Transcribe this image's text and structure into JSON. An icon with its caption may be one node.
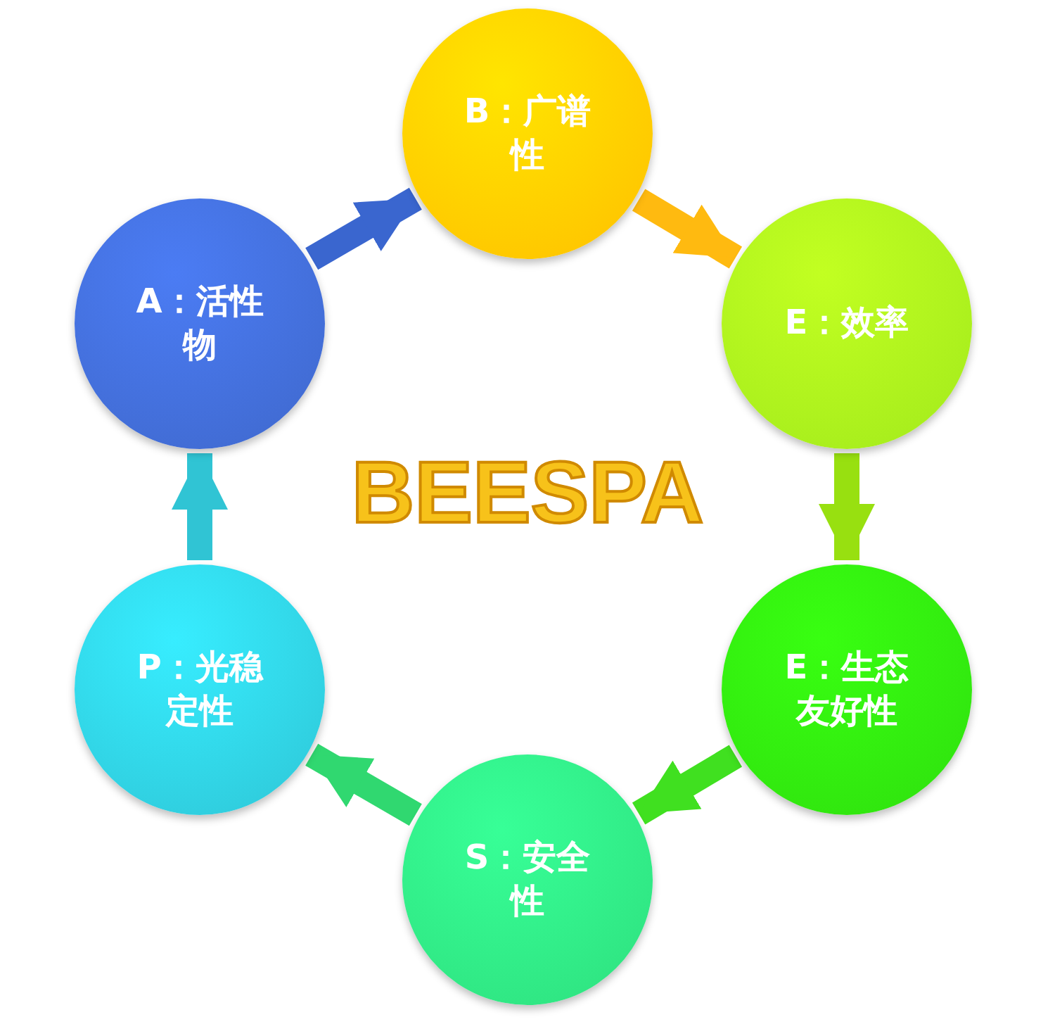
{
  "diagram": {
    "title": "BEESPA",
    "nodes": [
      {
        "text": [
          "A：活性物"
        ]
      },
      {
        "text": [
          "B：广谱性"
        ]
      },
      {
        "text": [
          "E：效率"
        ]
      },
      {
        "text": [
          "E：生态友好性"
        ]
      },
      {
        "text": [
          "S：安全性"
        ]
      },
      {
        "text": [
          "P：光稳定性"
        ]
      }
    ],
    "edges": [
      {
        "from": 0,
        "to": 1,
        "arrow": "to",
        "color": "#3a66cf"
      },
      {
        "from": 1,
        "to": 2,
        "arrow": "to",
        "color": "#ffba10"
      },
      {
        "from": 2,
        "to": 3,
        "arrow": "to",
        "color": "#98e010"
      },
      {
        "from": 3,
        "to": 4,
        "arrow": "to",
        "color": "#40e020"
      },
      {
        "from": 4,
        "to": 5,
        "arrow": "to",
        "color": "#30d870"
      },
      {
        "from": 5,
        "to": 0,
        "arrow": "to",
        "color": "#30c4d4"
      }
    ]
  }
}
